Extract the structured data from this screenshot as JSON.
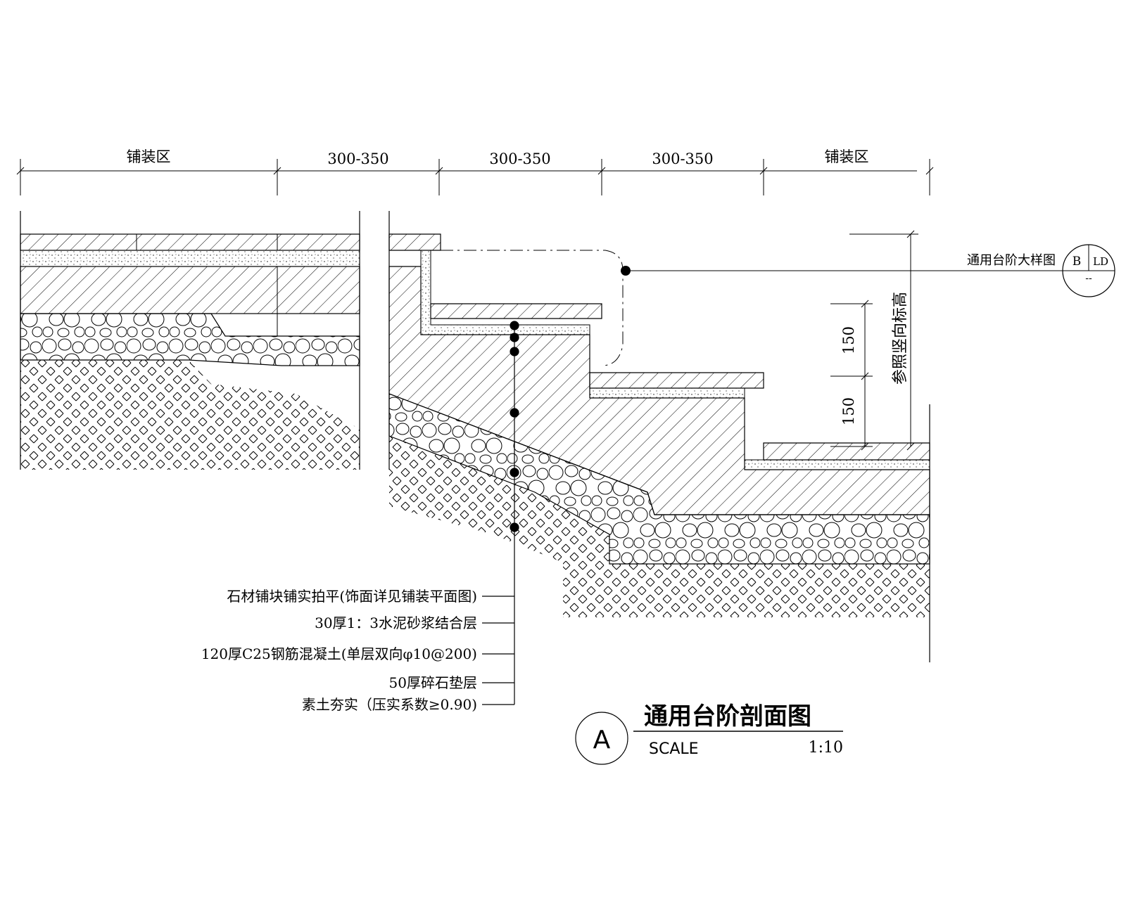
{
  "dimensions": {
    "top": [
      "铺装区",
      "300-350",
      "300-350",
      "300-350",
      "铺装区"
    ],
    "riser_1": "150",
    "riser_2": "150",
    "vertical_note": "参照竖向标高"
  },
  "callout": {
    "text": "通用台阶大样图",
    "symbol_top_left": "B",
    "symbol_top_right": "LD",
    "symbol_bottom": "--"
  },
  "layers": [
    "石材铺块铺实拍平(饰面详见铺装平面图)",
    "30厚1：3水泥砂浆结合层",
    "120厚C25钢筋混凝土(单层双向φ10@200)",
    "50厚碎石垫层",
    "素土夯实（压实系数≥0.90)"
  ],
  "title_block": {
    "marker": "A",
    "title": "通用台阶剖面图",
    "scale_label": "SCALE",
    "scale_value": "1:10"
  }
}
